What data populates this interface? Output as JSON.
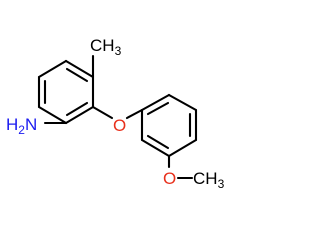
{
  "molecule": {
    "labels": {
      "methyl_top": {
        "main": "CH",
        "sub": "3"
      },
      "amine": {
        "main": "H",
        "sub": "2",
        "tail": "N"
      },
      "ether_oxygen": {
        "main": "O"
      },
      "methoxy_oxygen": {
        "main": "O"
      },
      "methoxy_methyl": {
        "main": "CH",
        "sub": "3"
      }
    },
    "colors": {
      "bond": "#000000",
      "carbon_label": "#000000",
      "nitrogen": "#1c1cf0",
      "oxygen": "#e8301c"
    }
  }
}
